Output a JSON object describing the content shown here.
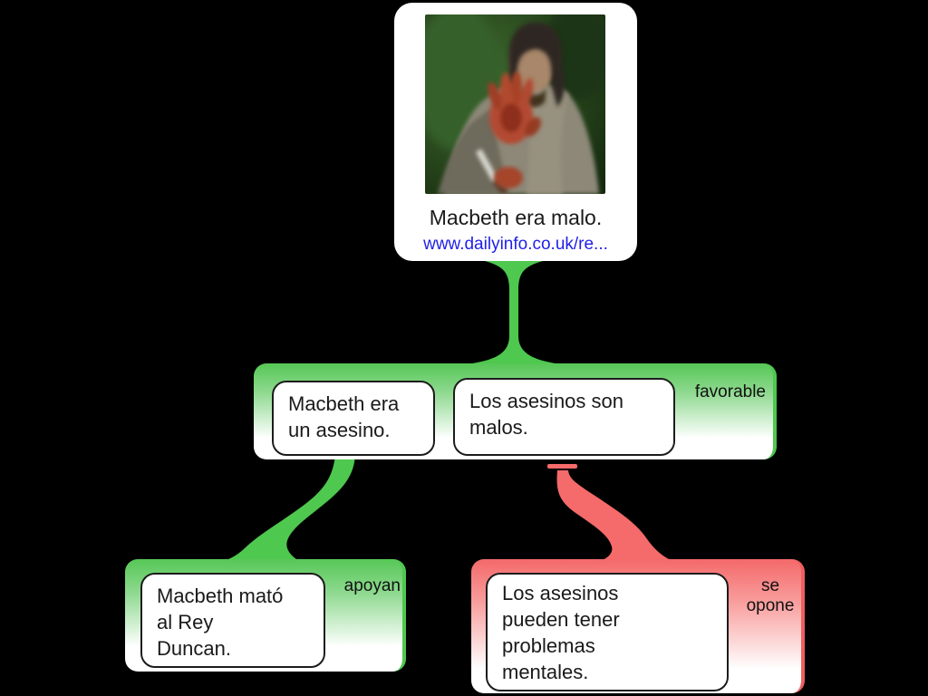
{
  "root_card": {
    "title": "Macbeth era malo.",
    "link": "www.dailyinfo.co.uk/re...",
    "photo": "Macbeth with bloody hand and dagger"
  },
  "groups": {
    "favorable": {
      "label": "favorable",
      "relation": "support",
      "claims": [
        {
          "text": "Macbeth era\nun asesino."
        },
        {
          "text": "Los asesinos son\nmalos."
        }
      ]
    },
    "apoyan": {
      "label": "apoyan",
      "relation": "support",
      "claims": [
        {
          "text": "Macbeth mató\nal Rey\nDuncan."
        }
      ]
    },
    "se_opone": {
      "label": "se\nopone",
      "relation": "oppose",
      "claims": [
        {
          "text": "Los asesinos\npueden tener\nproblemas\nmentales."
        }
      ]
    }
  },
  "colors": {
    "support": "#4ec84e",
    "support_top": "#56c756",
    "oppose": "#f56a6a",
    "oppose_top": "#f4696a",
    "link_blue": "#1f1fe8",
    "background": "#000000"
  }
}
